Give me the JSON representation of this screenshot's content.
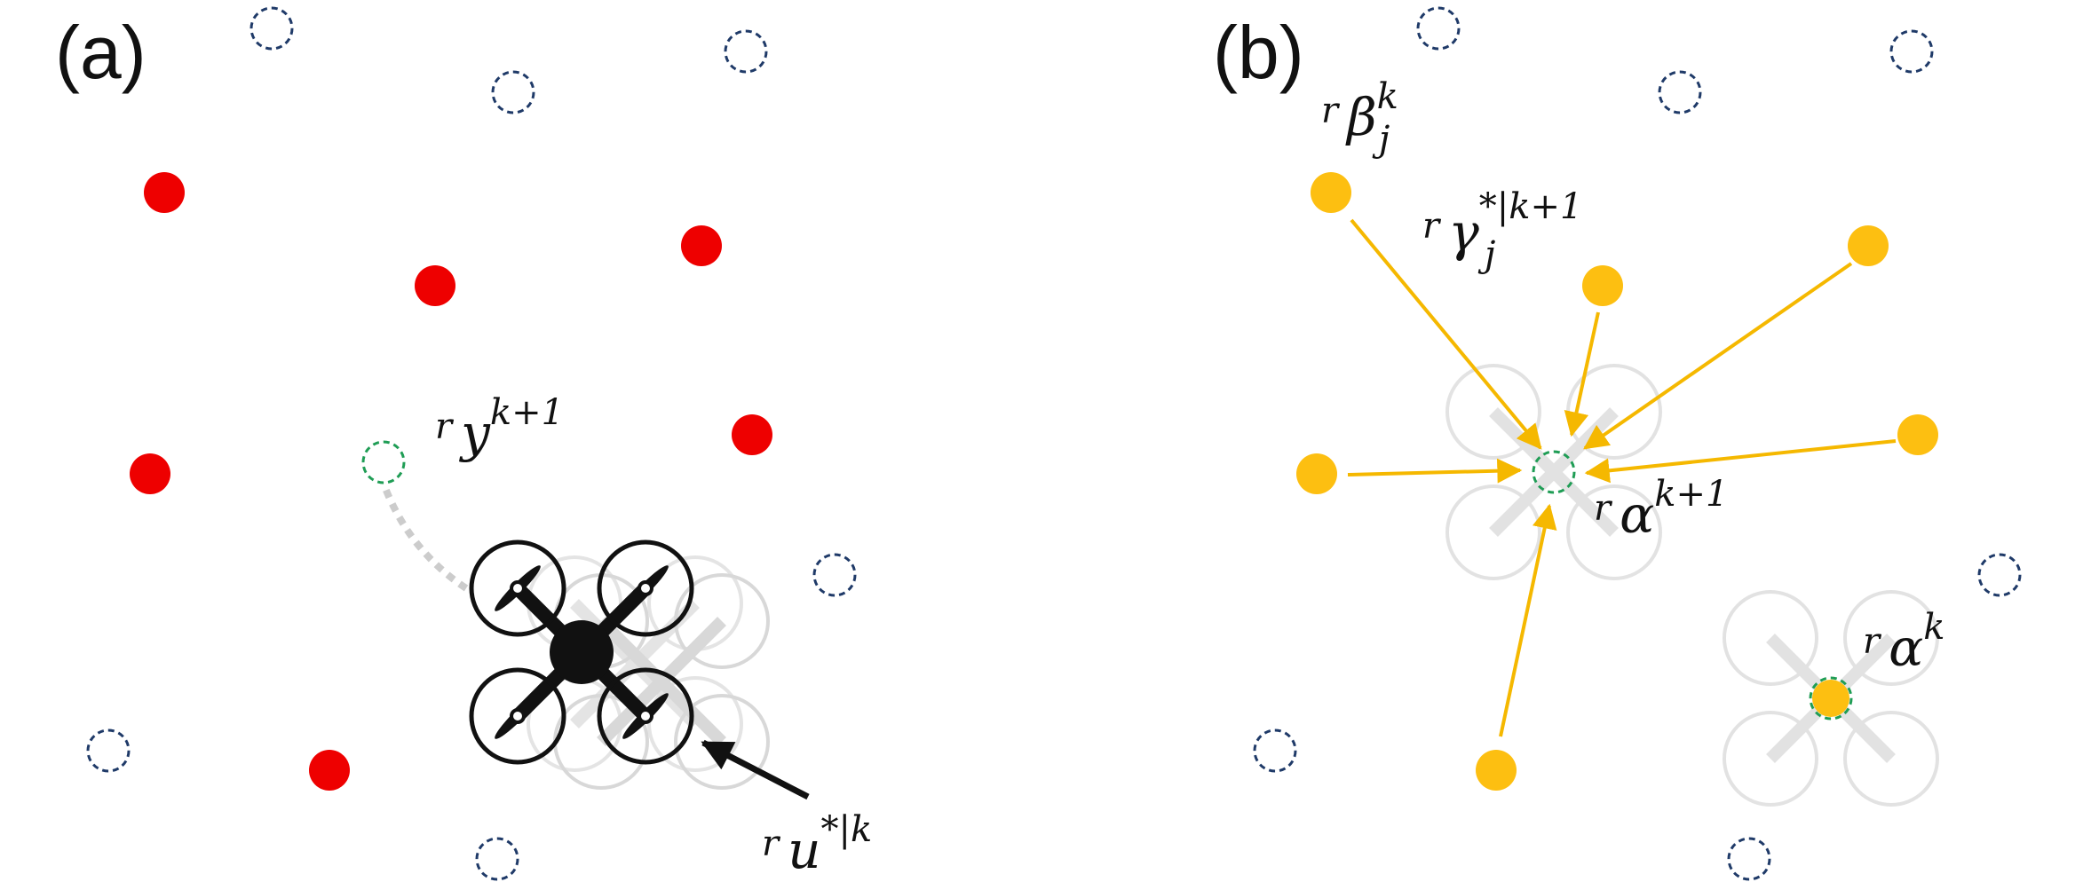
{
  "panel_a": {
    "label": "(a)",
    "annotations": {
      "y_next": {
        "pre": "r",
        "base": "y",
        "sup": "k+1"
      },
      "u_opt": {
        "pre": "r",
        "base": "u",
        "sup": "*|k"
      }
    }
  },
  "panel_b": {
    "label": "(b)",
    "annotations": {
      "beta": {
        "pre": "r",
        "base": "β",
        "sub": "j",
        "sup": "k"
      },
      "gamma": {
        "pre": "r",
        "base": "γ",
        "sub": "j",
        "sup": "*|k+1"
      },
      "alpha_next": {
        "pre": "r",
        "base": "α",
        "sup": "k+1"
      },
      "alpha_now": {
        "pre": "r",
        "base": "α",
        "sup": "k"
      }
    }
  },
  "colors": {
    "red_point": "#ee0000",
    "yellow_point": "#fdbf11",
    "yellow_arrow": "#f5b800",
    "blue_dashed": "#1f3a68",
    "green_dashed": "#1f9d55",
    "drone": "#111111",
    "drone_ghost": "#cfcfcf",
    "path_dotted": "#cccccc"
  },
  "icons": {
    "drone_active": "quadcopter-icon",
    "drone_ghost": "quadcopter-ghost-icon"
  }
}
